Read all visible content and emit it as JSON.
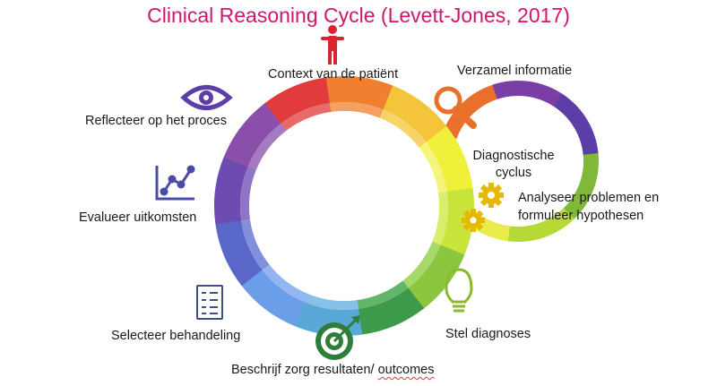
{
  "title": "Clinical Reasoning Cycle (Levett-Jones, 2017)",
  "steps": {
    "context": "Context van de patiënt",
    "collect": "Verzamel informatie",
    "reflect": "Reflecteer op het proces",
    "evaluate": "Evalueer uitkomsten",
    "select": "Selecteer behandeling",
    "describe_prefix": "Beschrijf zorg resultaten/ ",
    "describe_suffix": "outcomes",
    "diagnose": "Stel diagnoses",
    "analyse_line1": "Analyseer problemen en",
    "analyse_line2": "formuleer hypothesen"
  },
  "sub_cycle": {
    "line1": "Diagnostische",
    "line2": "cyclus"
  },
  "colors": {
    "title": "#d1166b",
    "icon_red": "#d9262c",
    "icon_orange": "#e8702a",
    "icon_purple": "#5b3ea8",
    "icon_indigo": "#4b4ba8",
    "icon_navy": "#3d4f8a",
    "icon_green": "#2e8b3d",
    "icon_lime": "#8db82e",
    "icon_gold": "#e6b800"
  },
  "icons": [
    "person-icon",
    "magnifier-icon",
    "eye-icon",
    "chart-icon",
    "checklist-icon",
    "target-icon",
    "lightbulb-icon",
    "gears-icon"
  ]
}
